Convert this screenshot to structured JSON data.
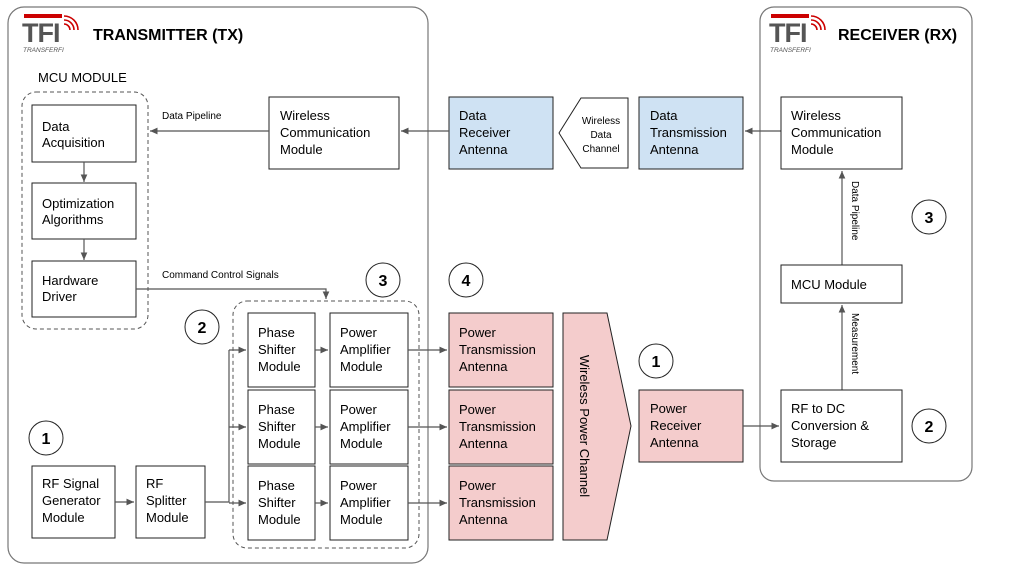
{
  "logo": {
    "text": "TFI",
    "subtext": "TRANSFERFI"
  },
  "tx": {
    "title": "TRANSMITTER (TX)",
    "mcu_label": "MCU MODULE",
    "data_acquisition": [
      "Data",
      "Acquisition"
    ],
    "optimization": [
      "Optimization",
      "Algorithms"
    ],
    "hardware_driver": [
      "Hardware",
      "Driver"
    ],
    "wireless_comm": [
      "Wireless",
      "Communication",
      "Module"
    ],
    "data_receiver_antenna": [
      "Data",
      "Receiver",
      "Antenna"
    ],
    "data_pipeline_label": "Data Pipeline",
    "command_control_label": "Command Control Signals",
    "rf_signal_generator": [
      "RF Signal",
      "Generator",
      "Module"
    ],
    "rf_splitter": [
      "RF",
      "Splitter",
      "Module"
    ],
    "phase_shifter": [
      "Phase",
      "Shifter",
      "Module"
    ],
    "power_amplifier": [
      "Power",
      "Amplifier",
      "Module"
    ],
    "power_tx_antenna": [
      "Power",
      "Transmission",
      "Antenna"
    ]
  },
  "channel": {
    "wireless_data": [
      "Wireless",
      "Data",
      "Channel"
    ],
    "wireless_power": "Wireless Power Channel"
  },
  "rx": {
    "title": "RECEIVER (RX)",
    "data_tx_antenna": [
      "Data",
      "Transmission",
      "Antenna"
    ],
    "wireless_comm": [
      "Wireless",
      "Communication",
      "Module"
    ],
    "data_pipeline_label": "Data Pipeline",
    "mcu_module": "MCU Module",
    "measurement_label": "Measurement",
    "rf_to_dc": [
      "RF to DC",
      "Conversion &",
      "Storage"
    ],
    "power_receiver_antenna": [
      "Power",
      "Receiver",
      "Antenna"
    ]
  },
  "steps": {
    "one": "1",
    "two": "2",
    "three": "3",
    "four": "4"
  },
  "colors": {
    "data_antenna": "#cfe2f3",
    "power_antenna": "#f4cccc",
    "line": "#555555",
    "logo_red": "#cc0000"
  }
}
